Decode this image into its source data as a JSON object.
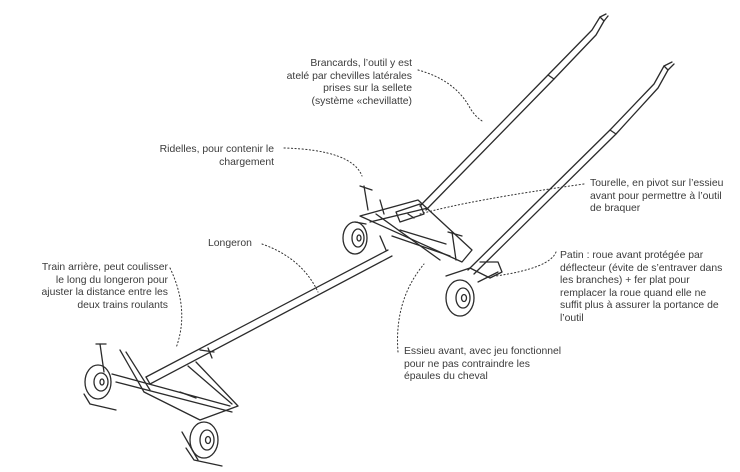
{
  "annotations": {
    "brancards": "Brancards, l’outil y est\natelé par chevilles latérales\nprises sur la sellete\n(système «chevillatte)",
    "ridelles": "Ridelles, pour contenir le\nchargement",
    "tourelle": "Tourelle, en pivot sur l’essieu\navant pour permettre à l’outil\nde braquer",
    "longeron": "Longeron",
    "train_arriere": "Train arrière, peut coulisser\nle long du longeron pour\najuster la distance entre les\ndeux trains roulants",
    "patin": "Patin : roue avant protégée par\ndéflecteur (évite de s’entraver dans\nles branches) + fer plat pour\nremplacer la roue quand elle ne\nsuffit plus à assurer la portance de\nl’outil",
    "essieu": "Essieu avant, avec jeu fonctionnel\npour ne pas contraindre les\népaules du cheval"
  }
}
